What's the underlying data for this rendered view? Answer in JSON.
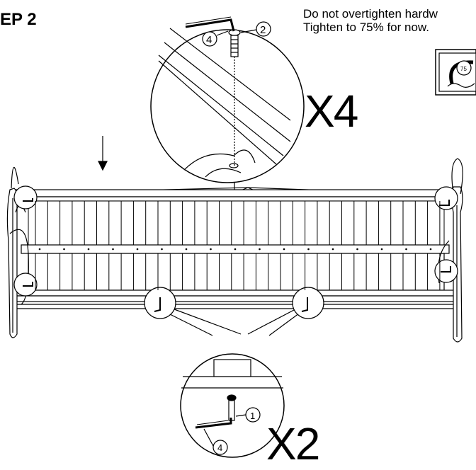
{
  "step": {
    "title": "EP 2"
  },
  "notes": {
    "line1": "Do not overtighten hardw",
    "line2": "Tighten to 75% for now."
  },
  "callouts": {
    "top_multiplier": "X4",
    "bottom_multiplier": "X2"
  },
  "parts": {
    "p1": "1",
    "p2": "2",
    "p4_top": "4",
    "p4_bottom": "4"
  },
  "gauge": {
    "label": "75"
  }
}
